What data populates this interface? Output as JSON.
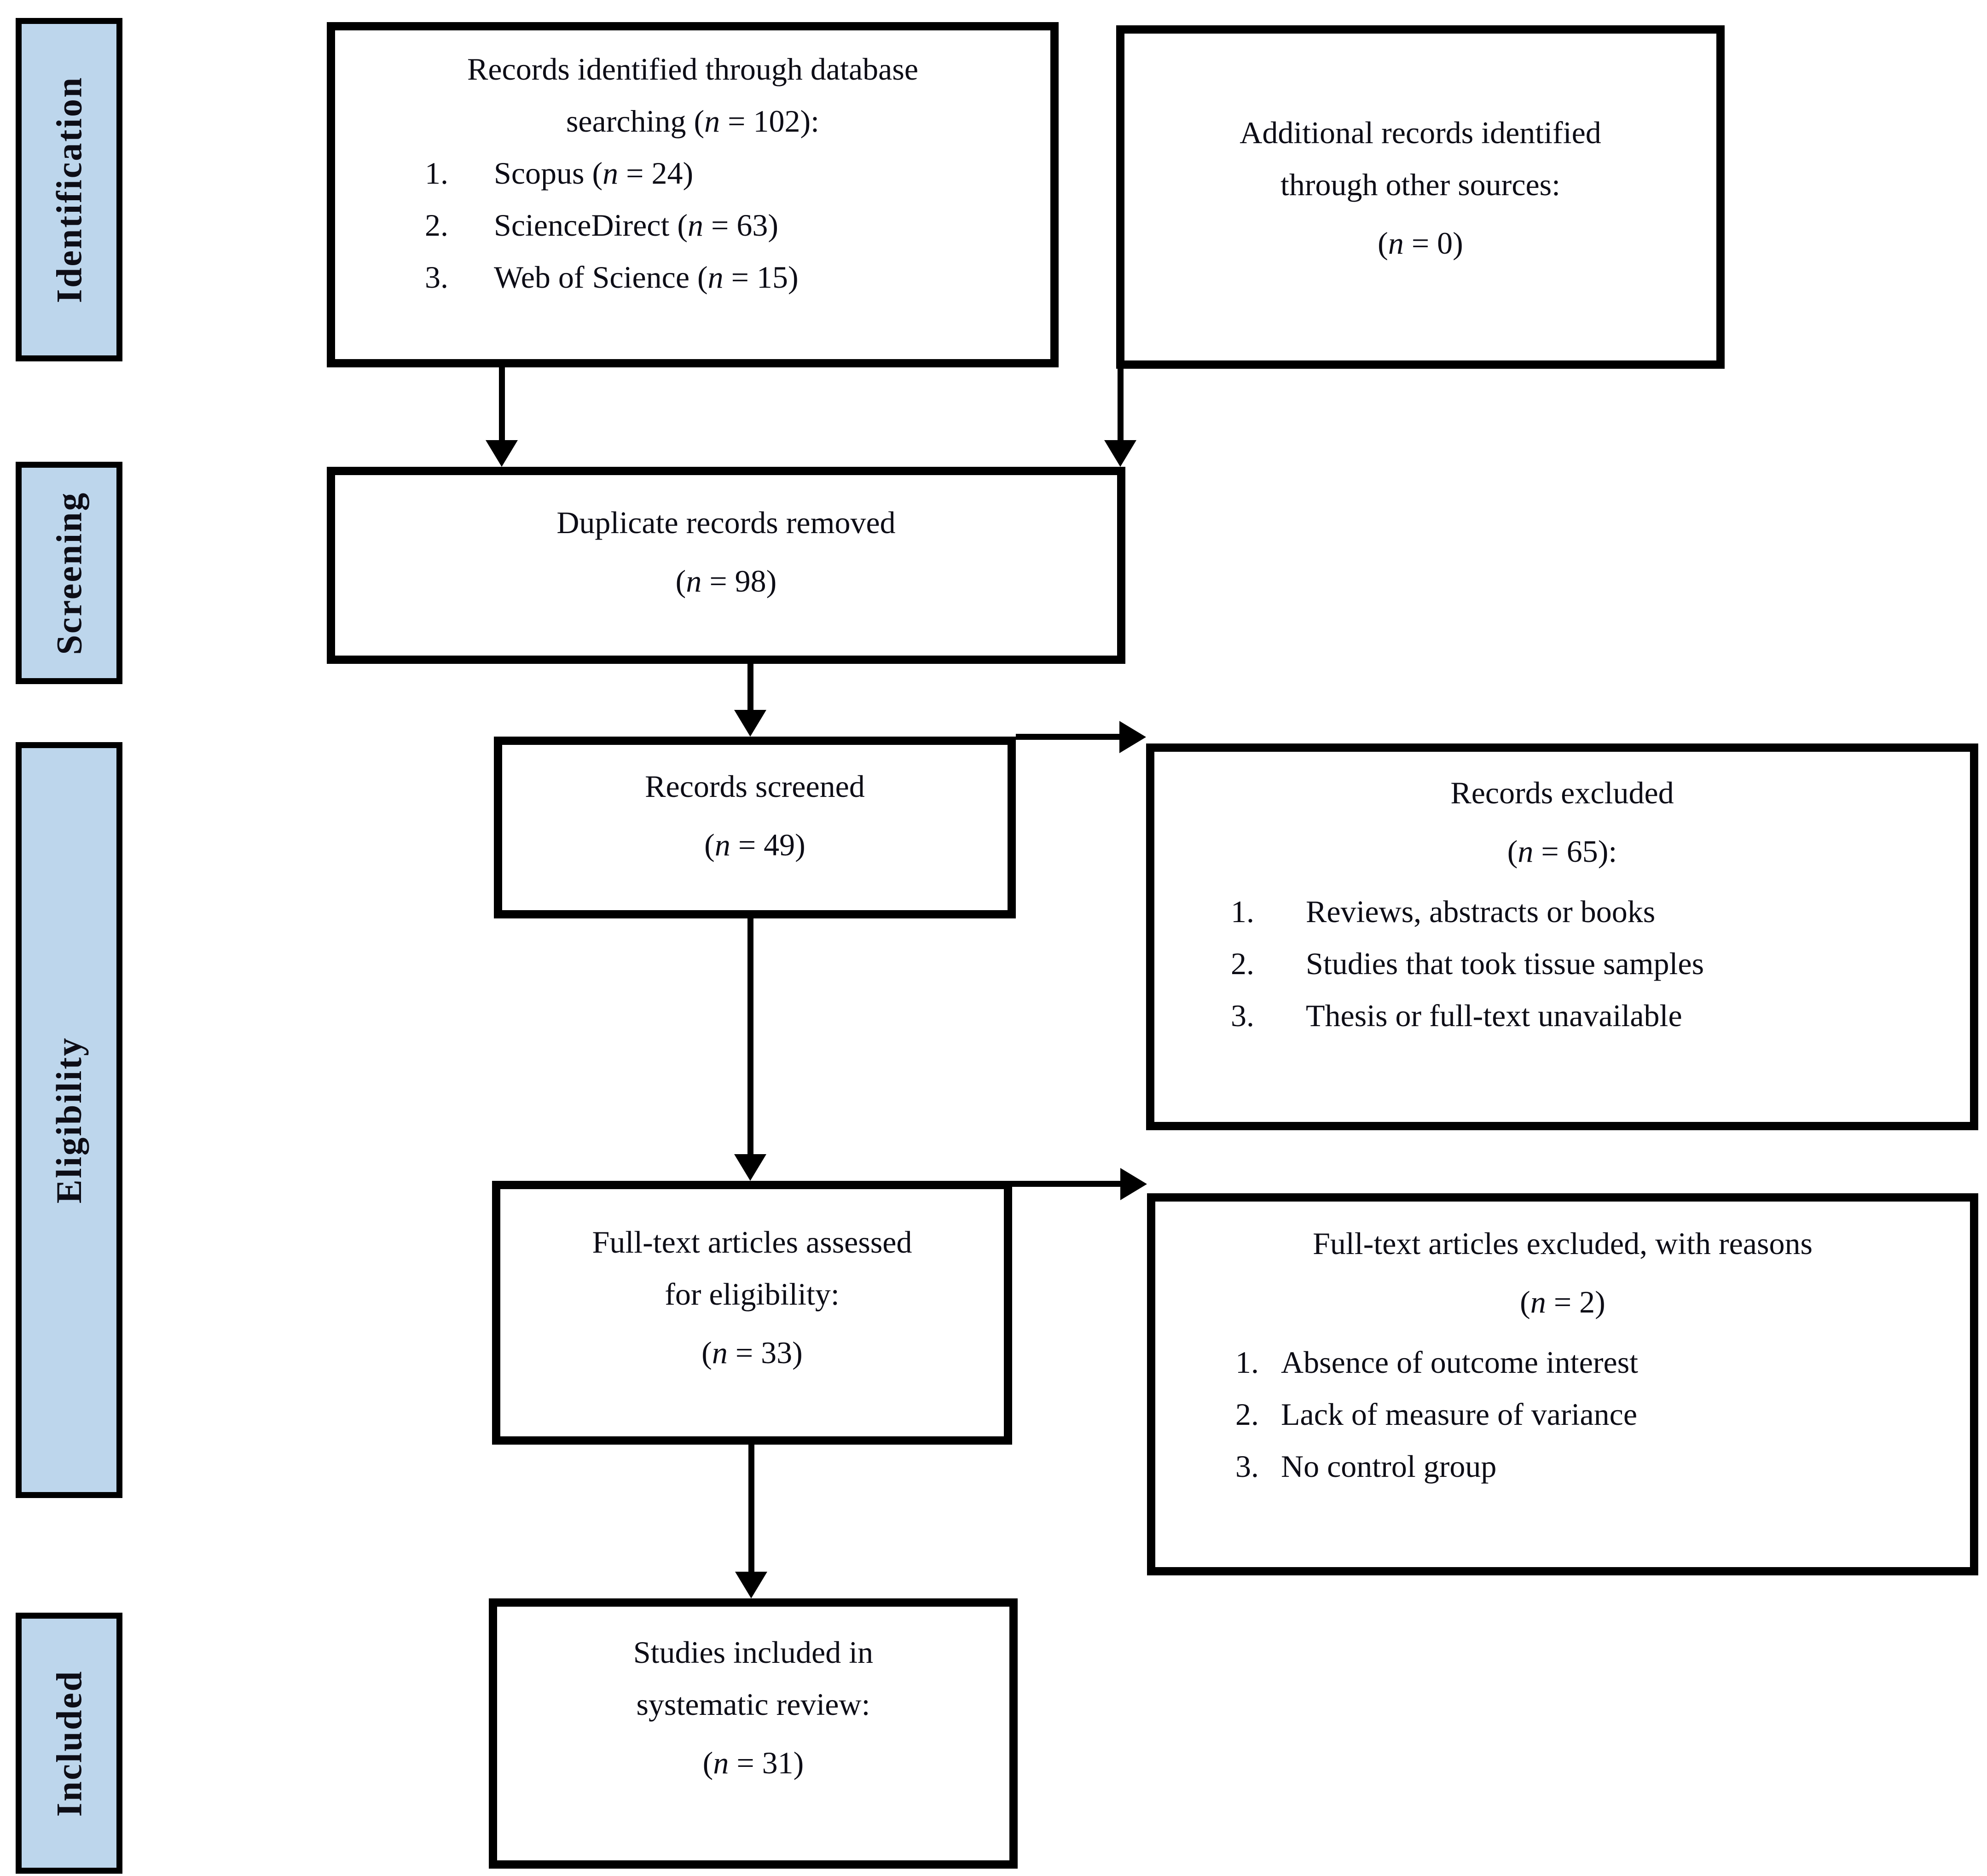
{
  "diagram": {
    "stages": [
      {
        "label": "Identification"
      },
      {
        "label": "Screening"
      },
      {
        "label": "Eligibility"
      },
      {
        "label": "Included"
      }
    ],
    "boxes": {
      "identified": {
        "lines": [
          "Records identified through database",
          "searching (n = 102):"
        ],
        "items": [
          {
            "num": "1.",
            "text": "Scopus (n = 24)"
          },
          {
            "num": "2.",
            "text": "ScienceDirect (n = 63)"
          },
          {
            "num": "3.",
            "text": "Web of Science (n = 15)"
          }
        ]
      },
      "additional": {
        "lines": [
          "Additional records identified",
          "through other sources:"
        ],
        "count": "(n = 0)"
      },
      "duplicates": {
        "lines": [
          "Duplicate records removed"
        ],
        "count": "(n = 98)"
      },
      "screened": {
        "lines": [
          "Records screened"
        ],
        "count": "(n = 49)"
      },
      "excluded": {
        "lines": [
          "Records excluded"
        ],
        "count": "(n = 65):",
        "items": [
          {
            "num": "1.",
            "text": "Reviews, abstracts or books"
          },
          {
            "num": "2.",
            "text": "Studies that took tissue samples"
          },
          {
            "num": "3.",
            "text": "Thesis or full-text unavailable"
          }
        ]
      },
      "fulltext": {
        "lines": [
          "Full-text articles assessed",
          "for eligibility:"
        ],
        "count": "(n = 33)"
      },
      "fulltext_excluded": {
        "lines": [
          "Full-text articles excluded, with reasons"
        ],
        "count": "(n = 2)",
        "items": [
          {
            "num": "1.",
            "text": "Absence of outcome interest"
          },
          {
            "num": "2.",
            "text": "Lack of measure of variance"
          },
          {
            "num": "3.",
            "text": "No control group"
          }
        ]
      },
      "included": {
        "lines": [
          "Studies included in",
          "systematic review:"
        ],
        "count": "(n = 31)"
      }
    },
    "colors": {
      "stage_fill": "#bdd6ec",
      "border": "#000000",
      "text": "#0d0d16",
      "background": "#ffffff"
    }
  }
}
